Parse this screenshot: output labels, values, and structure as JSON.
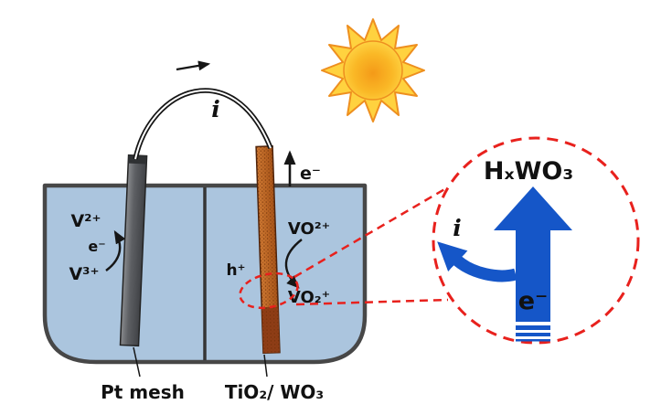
{
  "colors": {
    "liquid": "#abc5de",
    "beaker_outline": "#474747",
    "electrode_gray": "#5a5c60",
    "electrode_orange": "#bf6728",
    "electrode_orange_dark": "#8f3d16",
    "sun_ray": "#ffd23f",
    "sun_ray_outline": "#ee8f1f",
    "sun_core": "#f59d1a",
    "blue": "#1556c8",
    "red_dashed": "#e8211d",
    "wire": "#161616",
    "text": "#111111"
  },
  "cell": {
    "wire_current": "i",
    "left": {
      "ion_top": "V²⁺",
      "electron": "e⁻",
      "ion_bottom": "V³⁺"
    },
    "right": {
      "electron_out": "e⁻",
      "ion_top": "VO²⁺",
      "hole": "h⁺",
      "ion_bottom": "VO₂⁺"
    }
  },
  "inset": {
    "compound": "HₓWO₃",
    "current": "i",
    "electron": "e⁻"
  },
  "captions": {
    "left_electrode": "Pt mesh",
    "right_electrode": "TiO₂/ WO₃"
  }
}
